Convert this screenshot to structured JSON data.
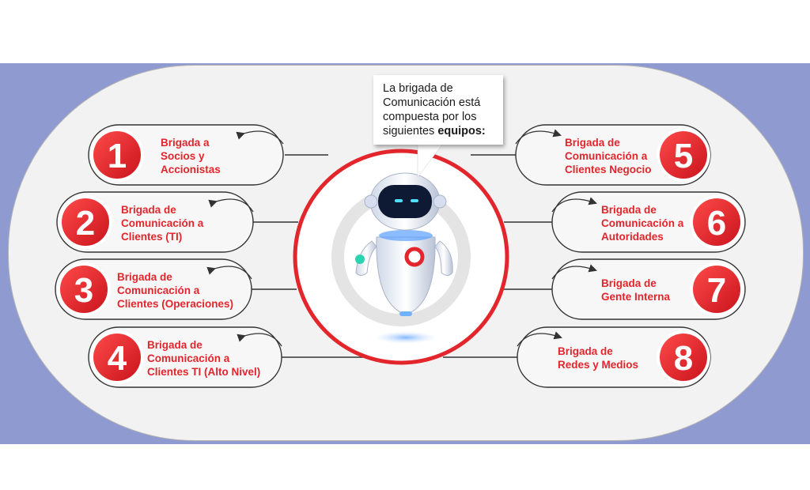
{
  "callout": {
    "text": "La brigada de Comunicación está compuesta por los siguientes",
    "bold": "equipos:"
  },
  "brigades": [
    {
      "number": "1",
      "label": "Brigada a\nSocios y\nAccionistas"
    },
    {
      "number": "2",
      "label": "Brigada de\nComunicación a\nClientes (TI)"
    },
    {
      "number": "3",
      "label": "Brigada de\nComunicación a\nClientes (Operaciones)"
    },
    {
      "number": "4",
      "label": "Brigada de\nComunicación a\nClientes TI (Alto Nivel)"
    },
    {
      "number": "5",
      "label": "Brigada de\nComunicación a\nClientes Negocio"
    },
    {
      "number": "6",
      "label": "Brigada de\nComunicación a\nAutoridades"
    },
    {
      "number": "7",
      "label": "Brigada de\nGente Interna"
    },
    {
      "number": "8",
      "label": "Brigada de\nRedes y Medios"
    }
  ],
  "colors": {
    "accent": "#e3252c",
    "band": "#8f9bd0",
    "panel": "#f2f2f2"
  },
  "icons": [
    "robot-mascot-icon",
    "curved-arrow-icon"
  ]
}
